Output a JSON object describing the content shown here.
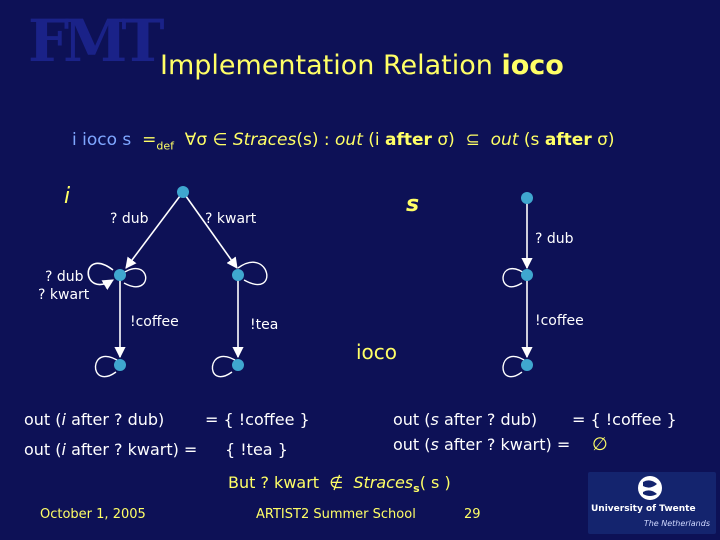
{
  "logo": {
    "text": "FMT"
  },
  "title": {
    "prefix": "Implementation Relation ",
    "keyword": "ioco"
  },
  "definition": {
    "i": "i",
    "ioco": "ioco",
    "s": "s",
    "eq": "=",
    "def": "def",
    "forall": "∀σ ∈",
    "straces": "Straces",
    "straces_arg": "(s) :",
    "out": "out",
    "lhs_open": "(i",
    "after1": "after",
    "sigma1": "σ)",
    "subset": "⊆",
    "out2": "out",
    "rhs_open": "(s",
    "after2": "after",
    "sigma2": "σ)"
  },
  "labels": {
    "i": "i",
    "s": "s",
    "dub_left": "? dub",
    "kwart_top": "? kwart",
    "dub_right": "? dub",
    "dub_kwart_1": "? dub",
    "dub_kwart_2": "? kwart",
    "coffee_left": "!coffee",
    "tea": "!tea",
    "coffee_right": "!coffee",
    "ioco_mid": "ioco"
  },
  "statements": {
    "l1_a": "out (",
    "l1_i": "i",
    "l1_b": " after ? dub)",
    "l1_c": "= { !coffee }",
    "l2_a": "out (",
    "l2_i": "i",
    "l2_b": " after ? kwart) =",
    "l2_c": "{ !tea }",
    "r1_a": "out (",
    "r1_s": "s",
    "r1_b": " after ? dub)",
    "r1_c": "= { !coffee }",
    "r2_a": "out (",
    "r2_s": "s",
    "r2_b": " after ? kwart) =",
    "r2_c": "∅"
  },
  "but": {
    "a": "But ? kwart",
    "notin": "∉",
    "straces": "Straces",
    "sub": "s",
    "rest": "( s )"
  },
  "footer": {
    "date": "October 1, 2005",
    "event": "ARTIST2 Summer School",
    "page": "29"
  },
  "badge": {
    "university": "University of Twente",
    "country": "The Netherlands"
  },
  "colors": {
    "background": "#0d1156",
    "text_yellow": "#ffff66",
    "accent_blue": "#7fa7ff",
    "node_cyan": "#3fa7cf"
  }
}
